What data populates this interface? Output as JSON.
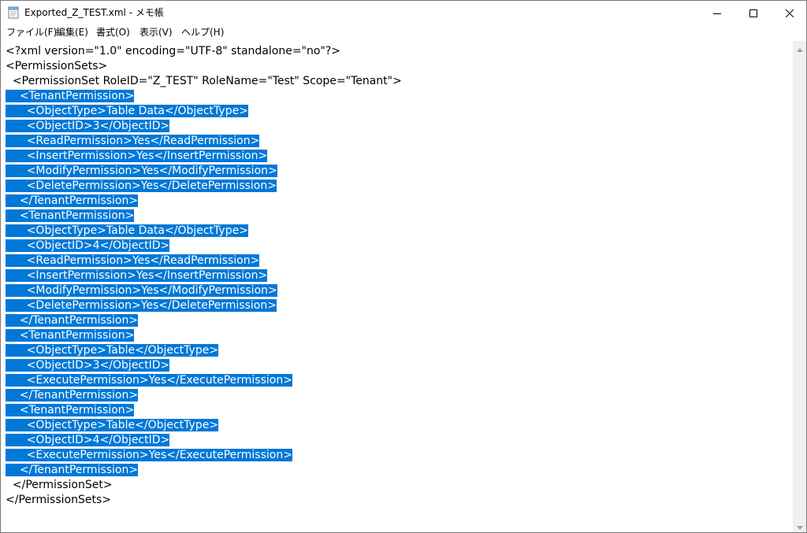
{
  "window": {
    "title": "Exported_Z_TEST.xml - メモ帳",
    "app_icon": "notepad-icon",
    "controls": {
      "minimize": "minimize-icon",
      "maximize": "maximize-icon",
      "close": "close-icon"
    }
  },
  "menu": {
    "items": [
      {
        "label": "ファイル(F)"
      },
      {
        "label": "編集(E)"
      },
      {
        "label": "書式(O)"
      },
      {
        "label": "表示(V)"
      },
      {
        "label": "ヘルプ(H)"
      }
    ]
  },
  "editor": {
    "lines": [
      {
        "indent": "",
        "text": "<?xml version=\"1.0\" encoding=\"UTF-8\" standalone=\"no\"?>",
        "selected": false
      },
      {
        "indent": "",
        "text": "<PermissionSets>",
        "selected": false
      },
      {
        "indent": "  ",
        "text": "<PermissionSet RoleID=\"Z_TEST\" RoleName=\"Test\" Scope=\"Tenant\">",
        "selected": false
      },
      {
        "indent": "    ",
        "text": "<TenantPermission>",
        "selected": true
      },
      {
        "indent": "      ",
        "text": "<ObjectType>Table Data</ObjectType>",
        "selected": true
      },
      {
        "indent": "      ",
        "text": "<ObjectID>3</ObjectID>",
        "selected": true
      },
      {
        "indent": "      ",
        "text": "<ReadPermission>Yes</ReadPermission>",
        "selected": true
      },
      {
        "indent": "      ",
        "text": "<InsertPermission>Yes</InsertPermission>",
        "selected": true
      },
      {
        "indent": "      ",
        "text": "<ModifyPermission>Yes</ModifyPermission>",
        "selected": true
      },
      {
        "indent": "      ",
        "text": "<DeletePermission>Yes</DeletePermission>",
        "selected": true
      },
      {
        "indent": "    ",
        "text": "</TenantPermission>",
        "selected": true
      },
      {
        "indent": "    ",
        "text": "<TenantPermission>",
        "selected": true
      },
      {
        "indent": "      ",
        "text": "<ObjectType>Table Data</ObjectType>",
        "selected": true
      },
      {
        "indent": "      ",
        "text": "<ObjectID>4</ObjectID>",
        "selected": true
      },
      {
        "indent": "      ",
        "text": "<ReadPermission>Yes</ReadPermission>",
        "selected": true
      },
      {
        "indent": "      ",
        "text": "<InsertPermission>Yes</InsertPermission>",
        "selected": true
      },
      {
        "indent": "      ",
        "text": "<ModifyPermission>Yes</ModifyPermission>",
        "selected": true
      },
      {
        "indent": "      ",
        "text": "<DeletePermission>Yes</DeletePermission>",
        "selected": true
      },
      {
        "indent": "    ",
        "text": "</TenantPermission>",
        "selected": true
      },
      {
        "indent": "    ",
        "text": "<TenantPermission>",
        "selected": true
      },
      {
        "indent": "      ",
        "text": "<ObjectType>Table</ObjectType>",
        "selected": true
      },
      {
        "indent": "      ",
        "text": "<ObjectID>3</ObjectID>",
        "selected": true
      },
      {
        "indent": "      ",
        "text": "<ExecutePermission>Yes</ExecutePermission>",
        "selected": true
      },
      {
        "indent": "    ",
        "text": "</TenantPermission>",
        "selected": true
      },
      {
        "indent": "    ",
        "text": "<TenantPermission>",
        "selected": true
      },
      {
        "indent": "      ",
        "text": "<ObjectType>Table</ObjectType>",
        "selected": true
      },
      {
        "indent": "      ",
        "text": "<ObjectID>4</ObjectID>",
        "selected": true
      },
      {
        "indent": "      ",
        "text": "<ExecutePermission>Yes</ExecutePermission>",
        "selected": true
      },
      {
        "indent": "    ",
        "text": "</TenantPermission>",
        "selected": true
      },
      {
        "indent": "  ",
        "text": "</PermissionSet>",
        "selected": false
      },
      {
        "indent": "",
        "text": "</PermissionSets>",
        "selected": false
      }
    ]
  },
  "colors": {
    "selection": "#0078d7",
    "selection_text": "#ffffff",
    "text": "#000000",
    "scrollbar": "#f0f0f0"
  }
}
